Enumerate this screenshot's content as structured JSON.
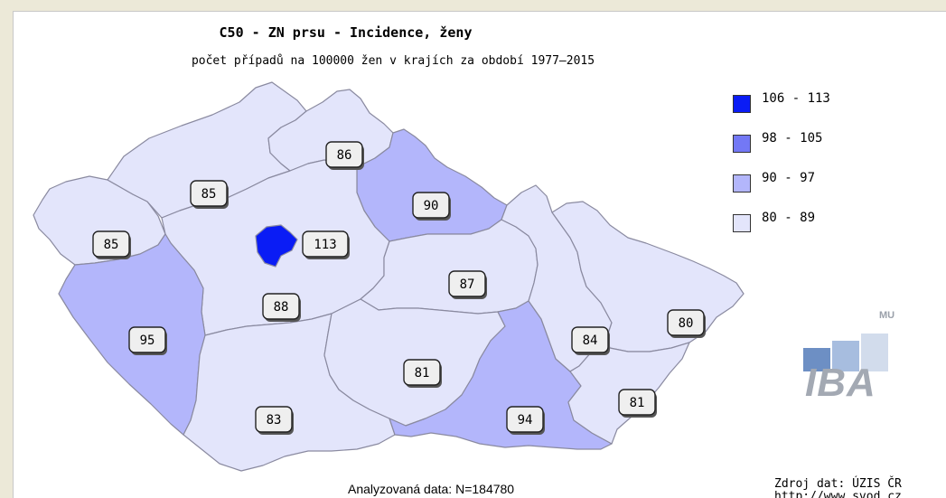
{
  "title": "C50 - ZN prsu - Incidence, ženy",
  "subtitle": "počet případů na 100000 žen v krajích za období 1977–2015",
  "legend": [
    {
      "label": "106 - 113",
      "color": "#0a1cf5"
    },
    {
      "label": "98 - 105",
      "color": "#7378f5"
    },
    {
      "label": "90 - 97",
      "color": "#b3b6fb"
    },
    {
      "label": "80 - 89",
      "color": "#e3e5fb"
    }
  ],
  "regions": [
    {
      "id": "karlovarsky",
      "value": "85",
      "bin": 3
    },
    {
      "id": "ustecky",
      "value": "85",
      "bin": 3
    },
    {
      "id": "liberecky",
      "value": "86",
      "bin": 3
    },
    {
      "id": "kralovehradecky",
      "value": "90",
      "bin": 2
    },
    {
      "id": "praha",
      "value": "113",
      "bin": 0
    },
    {
      "id": "stredocesky",
      "value": "88",
      "bin": 3
    },
    {
      "id": "pardubicky",
      "value": "87",
      "bin": 3
    },
    {
      "id": "plzensky",
      "value": "95",
      "bin": 2
    },
    {
      "id": "jihocesky",
      "value": "83",
      "bin": 3
    },
    {
      "id": "vysocina",
      "value": "81",
      "bin": 3
    },
    {
      "id": "jihomoravsky",
      "value": "94",
      "bin": 2
    },
    {
      "id": "olomoucky",
      "value": "84",
      "bin": 3
    },
    {
      "id": "moravskoslezsky",
      "value": "80",
      "bin": 3
    },
    {
      "id": "zlinsky",
      "value": "81",
      "bin": 3
    }
  ],
  "logo": {
    "mu": "MU",
    "iba": "IBA"
  },
  "source": {
    "line1": "Zdroj dat: ÚZIS ČR",
    "line2": "http://www.svod.cz"
  },
  "footer": "Analyzovaná data: N=184780"
}
